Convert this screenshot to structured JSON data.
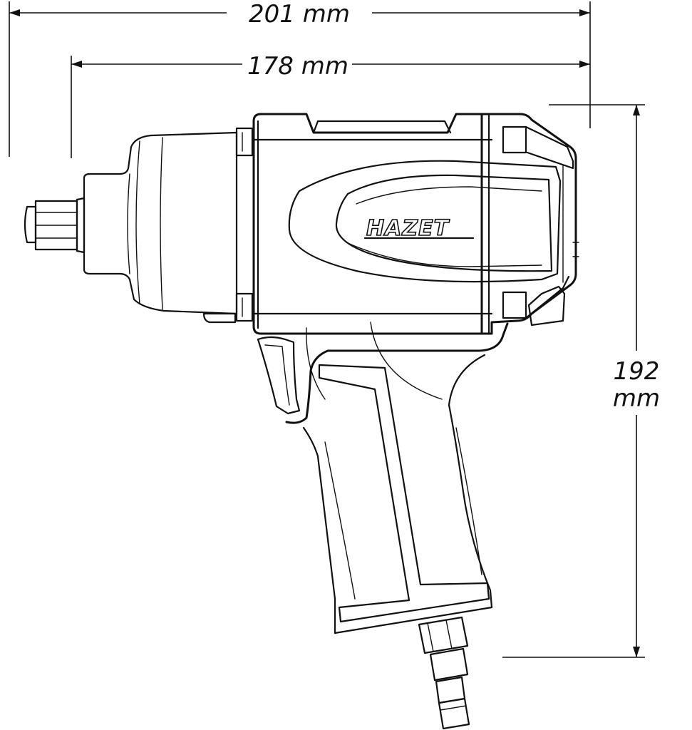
{
  "dimensions": {
    "overall_length": "201 mm",
    "body_length": "178 mm",
    "height_value": "192",
    "height_unit": "mm"
  },
  "brand": {
    "logo_text": "HAZET"
  }
}
